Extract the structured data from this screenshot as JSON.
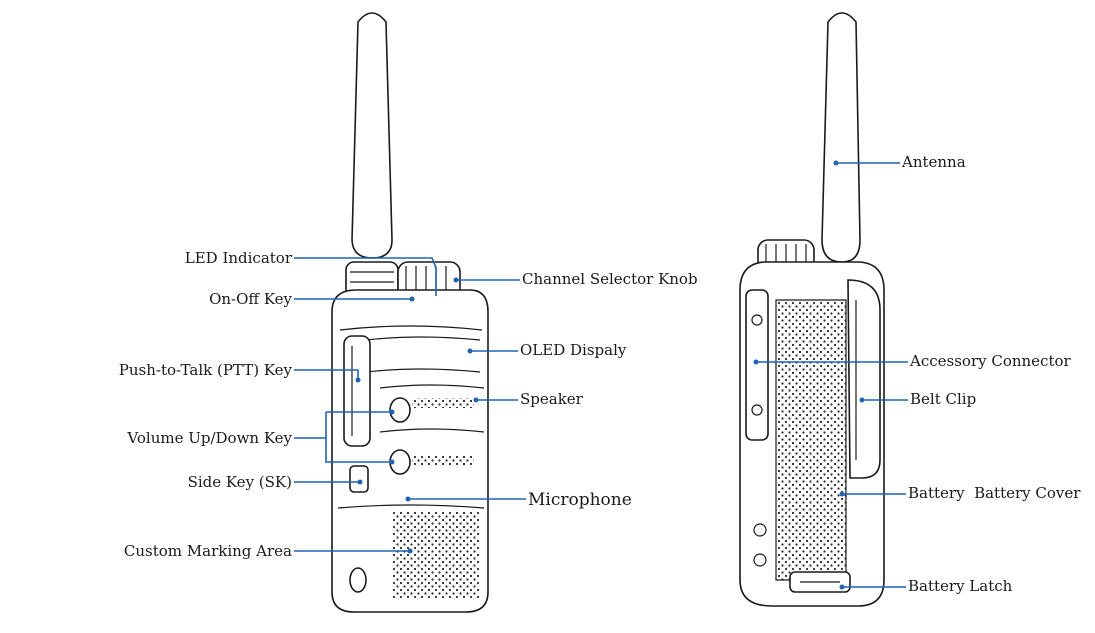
{
  "front_labels": {
    "led_indicator": "LED Indicator",
    "on_off_key": "On-Off Key",
    "ptt_key": "Push-to-Talk (PTT) Key",
    "volume_key": "Volume Up/Down Key",
    "side_key": "Side Key (SK)",
    "custom_marking_area": "Custom Marking Area",
    "channel_selector_knob": "Channel Selector Knob",
    "oled_display": "OLED Dispaly",
    "speaker": "Speaker",
    "microphone": "Microphone"
  },
  "back_labels": {
    "antenna": "Antenna",
    "accessory_connector": "Accessory Connector",
    "belt_clip": "Belt Clip",
    "battery_cover": "Battery  Battery Cover",
    "battery_latch": "Battery Latch"
  },
  "colors": {
    "leader": "#1f63b5",
    "outline": "#1a1a1a",
    "background": "#ffffff"
  }
}
